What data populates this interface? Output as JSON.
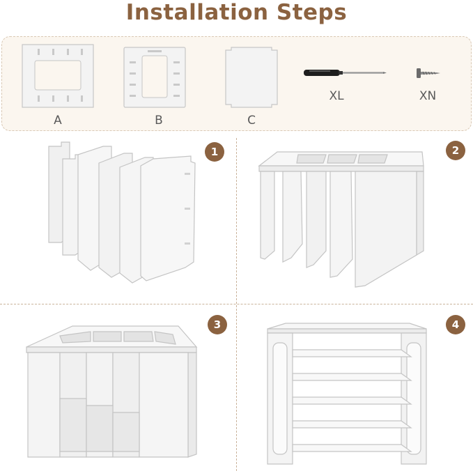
{
  "title": "Installation Steps",
  "parts": [
    {
      "label": "A"
    },
    {
      "label": "B"
    },
    {
      "label": "C"
    },
    {
      "label": "XL"
    },
    {
      "label": "XN"
    }
  ],
  "steps": [
    {
      "number": "1"
    },
    {
      "number": "2"
    },
    {
      "number": "3"
    },
    {
      "number": "4"
    }
  ],
  "colors": {
    "title": "#8b6240",
    "badge": "#8b6240",
    "panel_bg": "#fbf6ef",
    "board": "#f2f2f2",
    "board_edge": "#c8c8c8"
  },
  "icons": {
    "screwdriver": "screwdriver-icon",
    "screw": "screw-icon"
  }
}
